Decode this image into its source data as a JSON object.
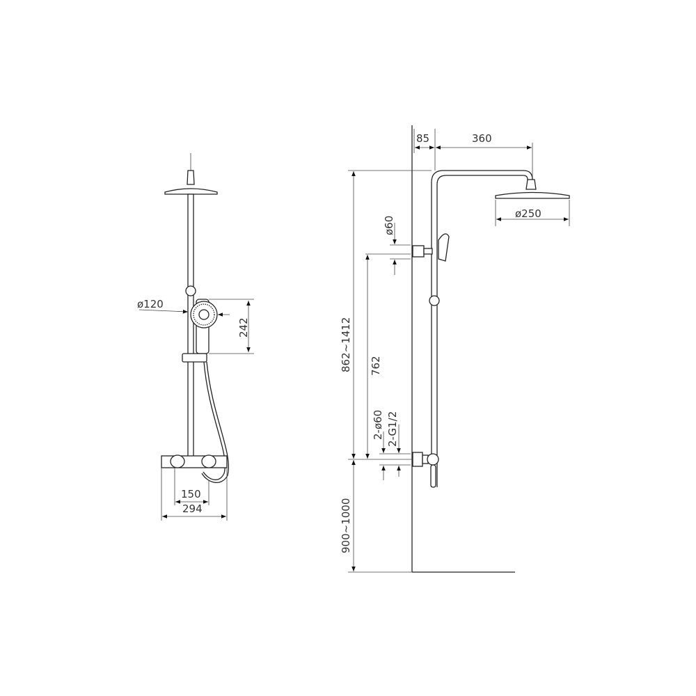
{
  "front_view": {
    "handshower_diameter": "ø120",
    "handshower_height": "242",
    "inlet_spacing": "150",
    "mixer_width": "294"
  },
  "side_view": {
    "wall_offset": "85",
    "arm_length": "360",
    "head_diameter": "ø250",
    "bracket_diameter": "ø60",
    "total_height_range": "862~1412",
    "bracket_height": "762",
    "inlet_cover": "2-ø60",
    "inlet_thread": "2-G1/2",
    "mixer_height_range": "900~1000"
  }
}
